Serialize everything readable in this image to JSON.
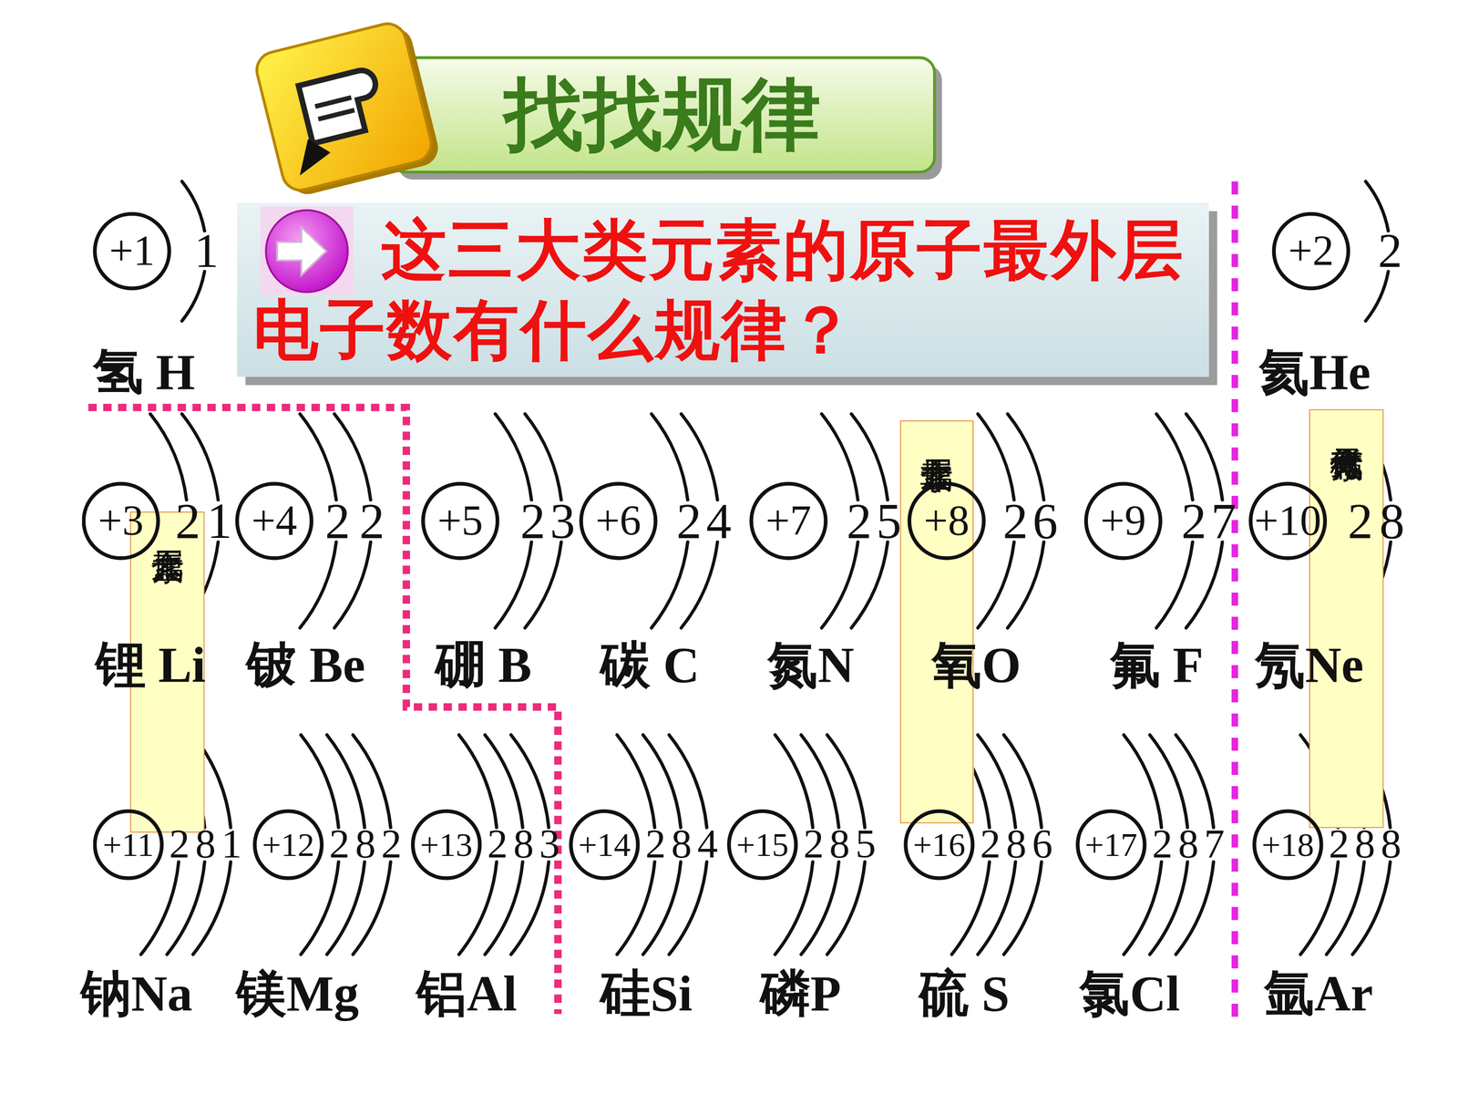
{
  "diagram": {
    "title": "找找规律",
    "nodes": [
      {
        "text": [
          "这三大类元素的原子最外层电子数有什么规律？"
        ]
      },
      {
        "text": [
          "+1"
        ]
      },
      {
        "text": [
          "+2"
        ]
      },
      {
        "text": [
          "金属元素"
        ]
      },
      {
        "text": [
          "非金属元素"
        ]
      },
      {
        "text": [
          "稀有气体元素"
        ]
      },
      {
        "text": [
          "+3"
        ]
      },
      {
        "text": [
          "+4"
        ]
      },
      {
        "text": [
          "+5"
        ]
      },
      {
        "text": [
          "+6"
        ]
      },
      {
        "text": [
          "+7"
        ]
      },
      {
        "text": [
          "+8"
        ]
      },
      {
        "text": [
          "+9"
        ]
      },
      {
        "text": [
          "+10"
        ]
      },
      {
        "text": [
          "+11"
        ]
      },
      {
        "text": [
          "+12"
        ]
      },
      {
        "text": [
          "+13"
        ]
      },
      {
        "text": [
          "+14"
        ]
      },
      {
        "text": [
          "+15"
        ]
      },
      {
        "text": [
          "+16"
        ]
      },
      {
        "text": [
          "+17"
        ]
      },
      {
        "text": [
          "+18"
        ]
      }
    ],
    "labels": [
      "1",
      "氢 H",
      "2",
      "氦He",
      "2",
      "1",
      "锂 Li",
      "2",
      "2",
      "铍 Be",
      "2",
      "3",
      "硼 B",
      "2",
      "4",
      "碳 C",
      "2",
      "5",
      "氮N",
      "2",
      "6",
      "氧O",
      "2",
      "7",
      "氟 F",
      "2",
      "8",
      "氖Ne",
      "2",
      "8",
      "1",
      "钠Na",
      "2",
      "8",
      "2",
      "镁Mg",
      "2",
      "8",
      "3",
      "铝Al",
      "2",
      "8",
      "4",
      "硅Si",
      "2",
      "8",
      "5",
      "磷P",
      "2",
      "8",
      "6",
      "硫 S",
      "2",
      "8",
      "7",
      "氯Cl",
      "2",
      "8",
      "8",
      "氩Ar"
    ]
  }
}
